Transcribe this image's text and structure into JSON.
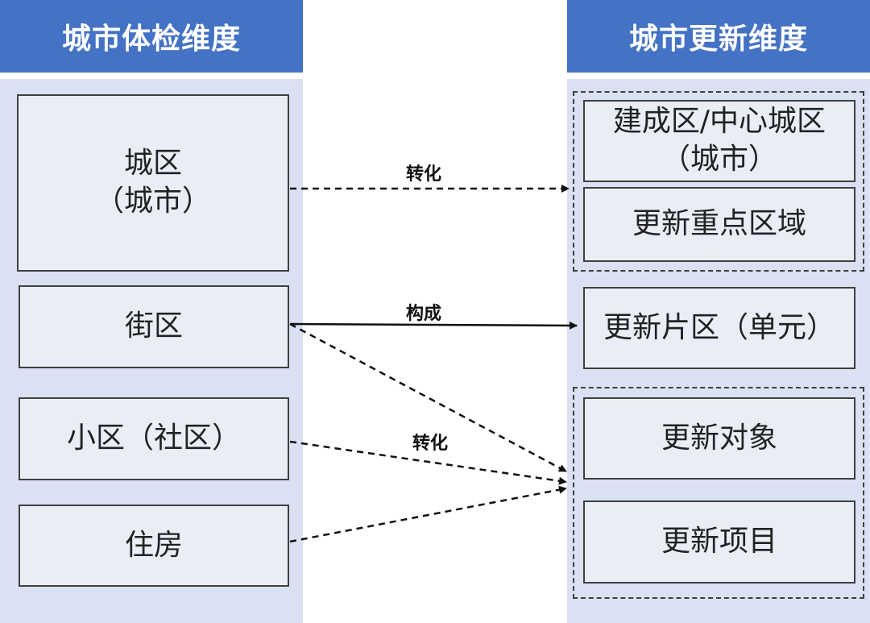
{
  "headers": {
    "left": "城市体检维度",
    "right": "城市更新维度"
  },
  "left_boxes": {
    "urban_district": "城区\n（城市）",
    "block": "街区",
    "community": "小区（社区）",
    "housing": "住房"
  },
  "right_boxes": {
    "built_up_area": "建成区/中心城区\n（城市）",
    "key_renewal_area": "更新重点区域",
    "renewal_zone": "更新片区（单元）",
    "renewal_object": "更新对象",
    "renewal_project": "更新项目"
  },
  "arrow_labels": {
    "transform_top": "转化",
    "compose": "构成",
    "transform_bottom": "转化"
  },
  "colors": {
    "header_bg": "#4472c4",
    "panel_bg": "#d9e1f2",
    "box_bg": "#e9edf6"
  }
}
